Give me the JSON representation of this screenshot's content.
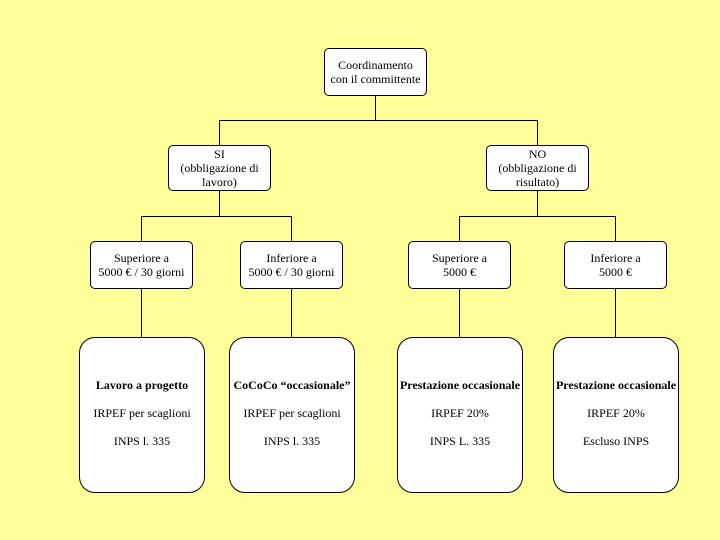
{
  "root": {
    "line1": "Coordinamento",
    "line2": "con il committente"
  },
  "yes": {
    "line1": "SI",
    "line2": "(obbligazione di",
    "line3": "lavoro)"
  },
  "no": {
    "line1": "NO",
    "line2": "(obbligazione di",
    "line3": "risultato)"
  },
  "yes_above": {
    "line1": "Superiore a",
    "line2": "5000 € / 30 giorni"
  },
  "yes_below": {
    "line1": "Inferiore a",
    "line2": "5000 € / 30 giorni"
  },
  "no_above": {
    "line1": "Superiore a",
    "line2": "5000 €"
  },
  "no_below": {
    "line1": "Inferiore a",
    "line2": "5000 €"
  },
  "leaf1": {
    "title": "Lavoro a progetto",
    "line1": "IRPEF per scaglioni",
    "line2": "INPS l. 335"
  },
  "leaf2": {
    "title": "CoCoCo “occasionale”",
    "line1": "IRPEF per scaglioni",
    "line2": "INPS l. 335"
  },
  "leaf3": {
    "title": "Prestazione occasionale",
    "line1": "IRPEF 20%",
    "line2": "INPS L. 335"
  },
  "leaf4": {
    "title": "Prestazione occasionale",
    "line1": "IRPEF 20%",
    "line2": "Escluso INPS"
  }
}
